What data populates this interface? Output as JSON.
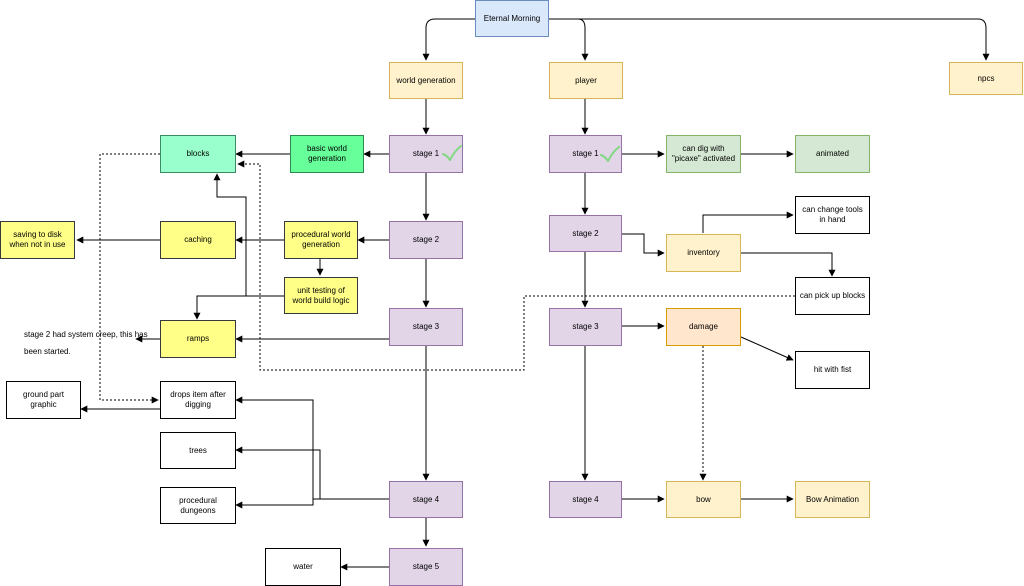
{
  "nodes": {
    "root": "Eternal Morning",
    "world_generation": "world generation",
    "player": "player",
    "npcs": "npcs",
    "wg_stage1": "stage 1",
    "wg_stage2": "stage 2",
    "wg_stage3": "stage 3",
    "wg_stage4": "stage 4",
    "wg_stage5": "stage 5",
    "basic_world_generation": "basic world generation",
    "blocks": "blocks",
    "procedural_world_generation": "procedural world generation",
    "caching": "caching",
    "saving_to_disk": "saving to disk when not in use",
    "unit_testing": "unit testing of world build logic",
    "ramps": "ramps",
    "drops_item": "drops item after digging",
    "ground_part_graphic": "ground part graphic",
    "trees": "trees",
    "procedural_dungeons": "procedural dungeons",
    "water": "water",
    "p_stage1": "stage 1",
    "p_stage2": "stage 2",
    "p_stage3": "stage 3",
    "p_stage4": "stage 4",
    "can_dig": "can dig with \"picaxe\" activated",
    "animated": "animated",
    "inventory": "inventory",
    "can_change_tools": "can change tools in hand",
    "can_pick_up": "can pick up blocks",
    "damage": "damage",
    "hit_with_fist": "hit with fist",
    "bow": "bow",
    "bow_animation": "Bow Animation"
  },
  "annotation": "stage 2 had system creep, this has been started.",
  "colors": {
    "root_fill": "#dae8fc",
    "orange_fill": "#fff2cc",
    "stage_fill": "#e1d5e7",
    "blocks_fill": "#99ffcc",
    "basic_gen_fill": "#66ff99",
    "green_fill": "#d5e8d4",
    "yellow_fill": "#ffff88",
    "damage_fill": "#ffe6cc",
    "check_color": "#82d982"
  },
  "icons": {
    "completed_mark": "checkmark-icon"
  }
}
